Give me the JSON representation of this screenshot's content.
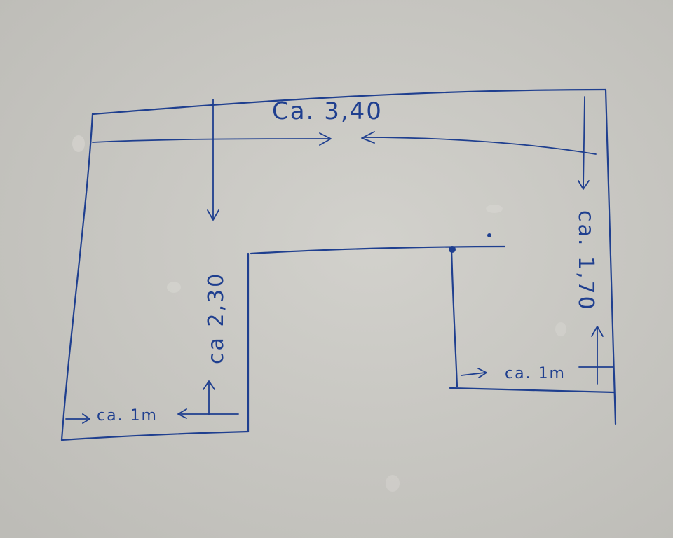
{
  "colors": {
    "paper": "#c9c8c3",
    "ink": "#1f3f8f"
  },
  "labels": {
    "top_width": "Ca. 3,40",
    "left_height": "ca 2,30",
    "right_height": "ca. 1,70",
    "left_bottom_width": "ca. 1m",
    "right_bottom_width": "ca. 1m"
  }
}
